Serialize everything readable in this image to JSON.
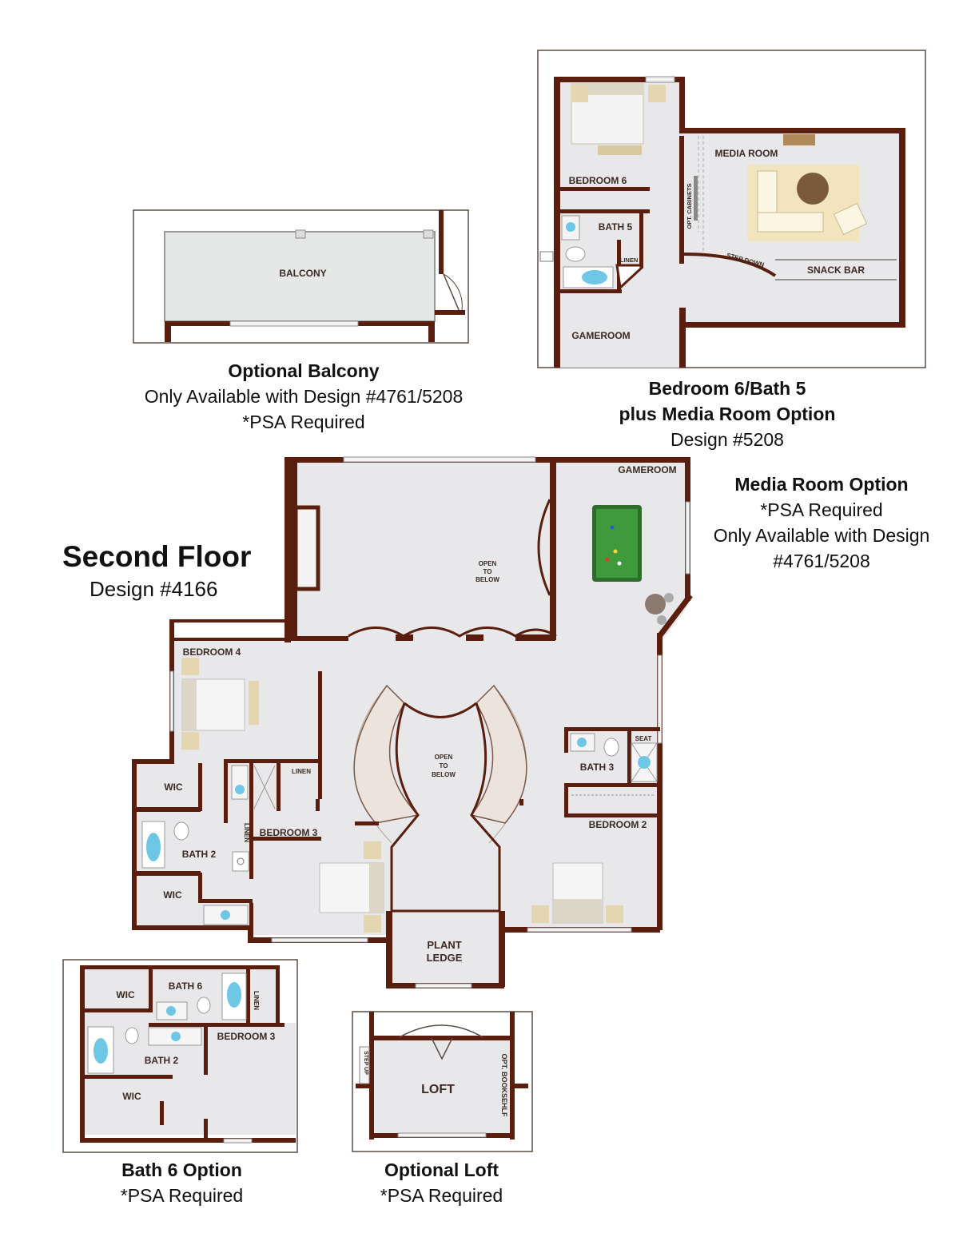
{
  "main_plan": {
    "title": "Second Floor",
    "subtitle": "Design #4166",
    "rooms": {
      "gameroom": "GAMEROOM",
      "open_to_below_1": [
        "OPEN",
        "TO",
        "BELOW"
      ],
      "open_to_below_2": [
        "OPEN",
        "TO",
        "BELOW"
      ],
      "bedroom4": "BEDROOM 4",
      "wic_top": "WIC",
      "wic_bottom": "WIC",
      "bath2": "BATH 2",
      "linen_a": "LINEN",
      "linen_b": "LINEN",
      "bedroom3": "BEDROOM 3",
      "bath3": "BATH 3",
      "seat": "SEAT",
      "bedroom2": "BEDROOM 2",
      "plant_ledge": [
        "PLANT",
        "LEDGE"
      ]
    }
  },
  "balcony_option": {
    "room_label": "BALCONY",
    "caption_title": "Optional Balcony",
    "caption_line1": "Only Available with Design #4761/5208",
    "caption_line2": "*PSA Required"
  },
  "media_option_plan": {
    "rooms": {
      "media_room": "MEDIA ROOM",
      "opt_cabinets": "OPT. CABINETS",
      "bedroom6": "BEDROOM 6",
      "bath5": "BATH 5",
      "linen": "LINEN",
      "step_down": "STEP DOWN",
      "snack_bar": "SNACK BAR",
      "gameroom": "GAMEROOM"
    },
    "caption_title1": "Bedroom 6/Bath 5",
    "caption_title2": "plus Media Room Option",
    "caption_line": "Design #5208"
  },
  "media_room_note": {
    "title": "Media Room Option",
    "line1": "*PSA Required",
    "line2": "Only Available with Design",
    "line3": "#4761/5208"
  },
  "bath6_option": {
    "rooms": {
      "wic_top": "WIC",
      "bath6": "BATH 6",
      "linen": "LINEN",
      "bedroom3": "BEDROOM 3",
      "bath2": "BATH 2",
      "wic_bottom": "WIC"
    },
    "caption_title": "Bath 6 Option",
    "caption_line": "*PSA Required"
  },
  "loft_option": {
    "rooms": {
      "loft": "LOFT",
      "step_up": "STEP UP",
      "opt_bookshelf": "OPT. BOOKSEHLF"
    },
    "caption_title": "Optional Loft",
    "caption_line": "*PSA Required"
  },
  "colors": {
    "wall": "#5a1e0e",
    "floor": "#e8e8ea",
    "pool_table": "#3f9a3c",
    "water": "#6fc7e6"
  }
}
